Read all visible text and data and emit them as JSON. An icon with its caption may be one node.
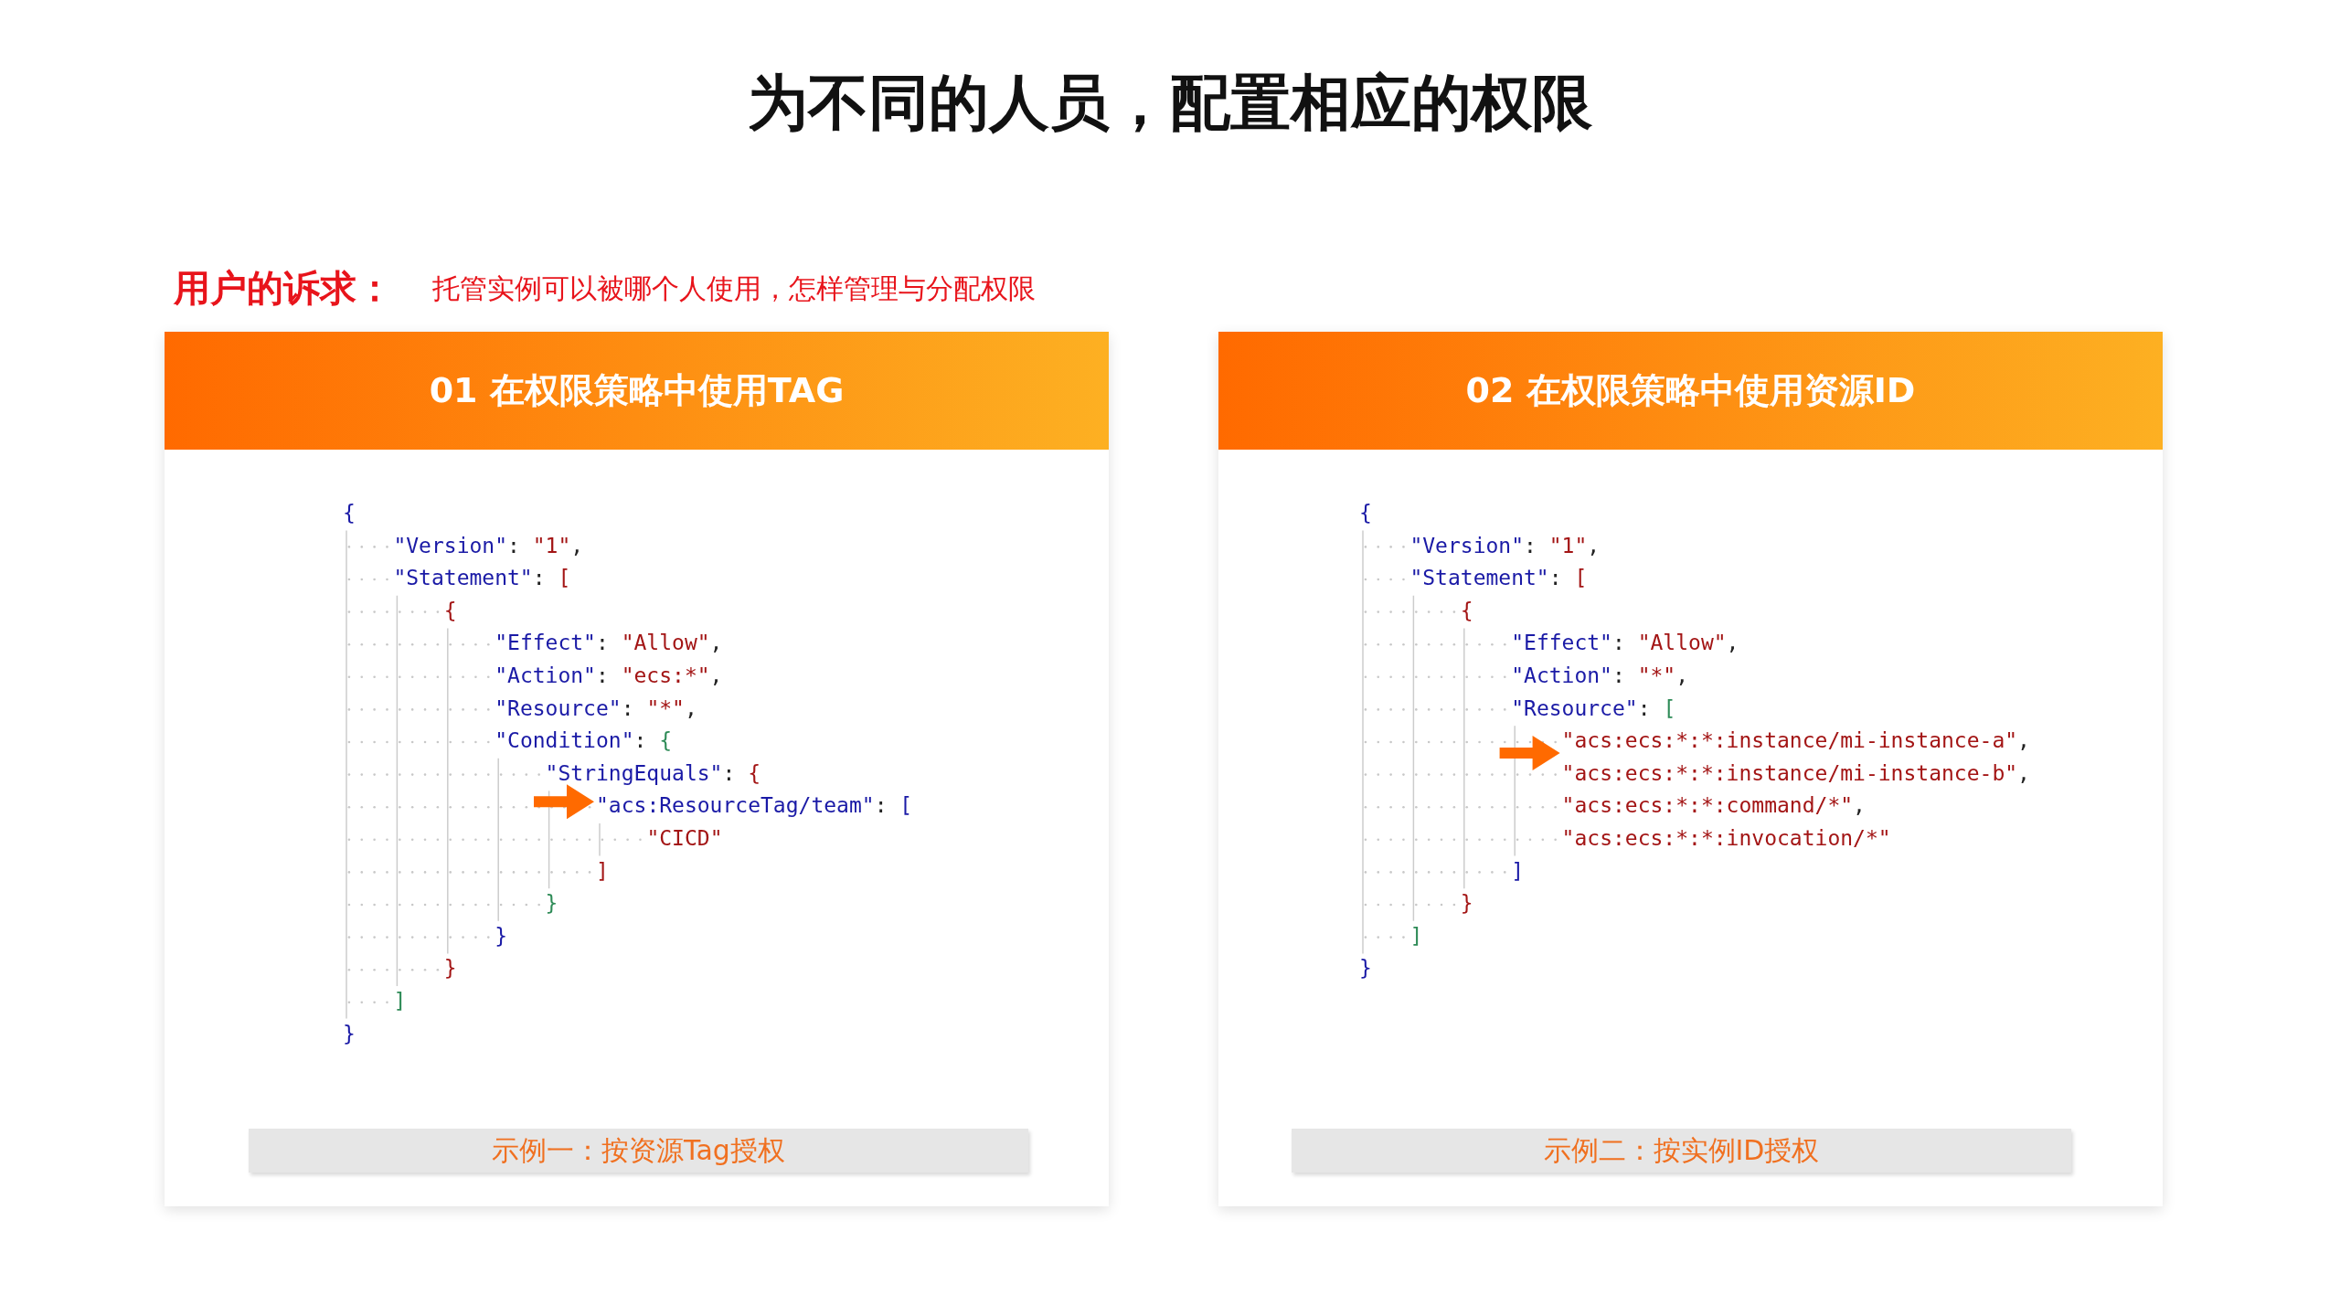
{
  "diagram": {
    "title": "为不同的人员，配置相应的权限",
    "nodes": [
      {
        "text": [
          "01 在权限策略中使用TAG"
        ]
      },
      {
        "text": [
          "{",
          "\"Version\": \"1\",",
          "\"Statement\": [",
          "{",
          "\"Effect\": \"Allow\",",
          "\"Action\": \"ecs:*\",",
          "\"Resource\": \"*\",",
          "\"Condition\": {",
          "\"StringEquals\": {",
          "\"acs:ResourceTag/team\": [",
          "\"CICD\"",
          "]",
          "}",
          "}",
          "}",
          "]",
          "}"
        ],
        "in": 0
      },
      {
        "text": [
          "示例一：按资源Tag授权"
        ],
        "in": 0
      },
      {
        "text": [
          "02 在权限策略中使用资源ID"
        ]
      },
      {
        "text": [
          "{",
          "\"Version\": \"1\",",
          "\"Statement\": [",
          "{",
          "\"Effect\": \"Allow\",",
          "\"Action\": \"*\",",
          "\"Resource\": [",
          "\"acs:ecs:*:*:instance/mi-instance-a\",",
          "\"acs:ecs:*:*:instance/mi-instance-b\",",
          "\"acs:ecs:*:*:command/*\",",
          "\"acs:ecs:*:*:invocation/*\"",
          "]",
          "}",
          "]",
          "}"
        ],
        "in": 3
      },
      {
        "text": [
          "示例二：按实例ID授权"
        ],
        "in": 3
      }
    ],
    "labels": [
      "用户的诉求：",
      "托管实例可以被哪个人使用，怎样管理与分配权限"
    ]
  }
}
